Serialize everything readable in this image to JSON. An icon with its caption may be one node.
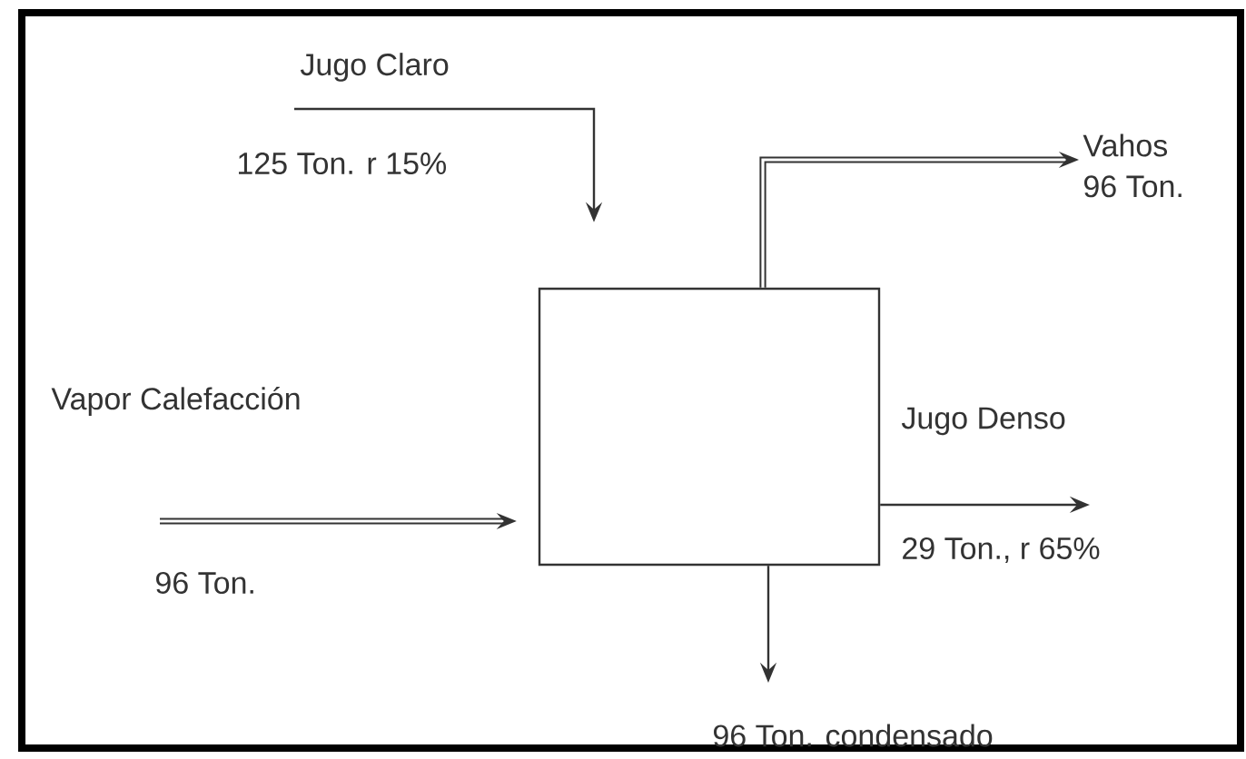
{
  "diagram": {
    "nodes": [
      {
        "text": [],
        "shape": "box"
      },
      {
        "text": [
          "Vahos"
        ],
        "beside": [
          "96 Ton."
        ]
      }
    ],
    "edges": [
      {
        "from": null,
        "to": 0,
        "arrow": "to"
      },
      {
        "from": 0,
        "to": 1,
        "arrow": "to",
        "style": "thick"
      },
      {
        "from": null,
        "to": 0,
        "arrow": "to",
        "style": "thick"
      },
      {
        "from": 0,
        "to": null,
        "arrow": "to"
      },
      {
        "from": 0,
        "to": null,
        "arrow": "to"
      }
    ],
    "labels": [
      "Jugo Claro",
      "125 Ton. r 15%",
      "Vapor Calefacción",
      "Jugo Denso",
      "96 Ton.",
      "29 Ton., r 65%",
      "96 Ton. condensado"
    ]
  }
}
